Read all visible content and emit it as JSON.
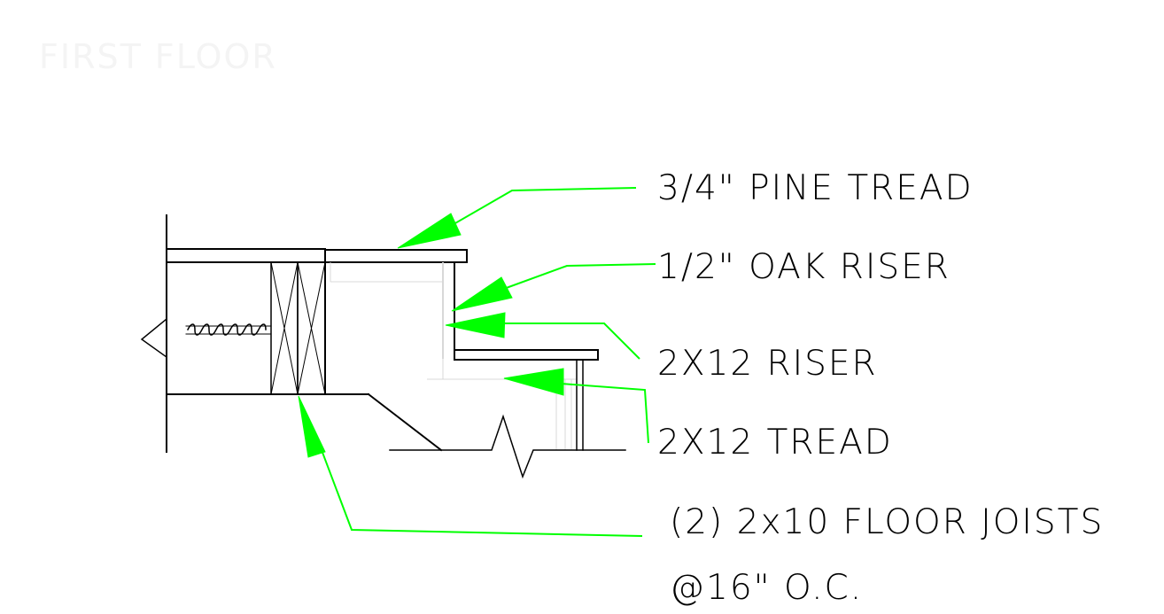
{
  "title": "FIRST FLOOR",
  "labels": {
    "pine_tread": "3/4\" PINE TREAD",
    "oak_riser": "1/2\" OAK RISER",
    "riser_2x12": "2X12 RISER",
    "tread_2x12": "2X12 TREAD",
    "joists_line1": "(2) 2x10 FLOOR JOISTS",
    "joists_line2": "@16\" O.C."
  },
  "colors": {
    "linework": "#000000",
    "leader": "#00ff00",
    "light_linework": "#d8d8d8",
    "background": "#ffffff"
  }
}
